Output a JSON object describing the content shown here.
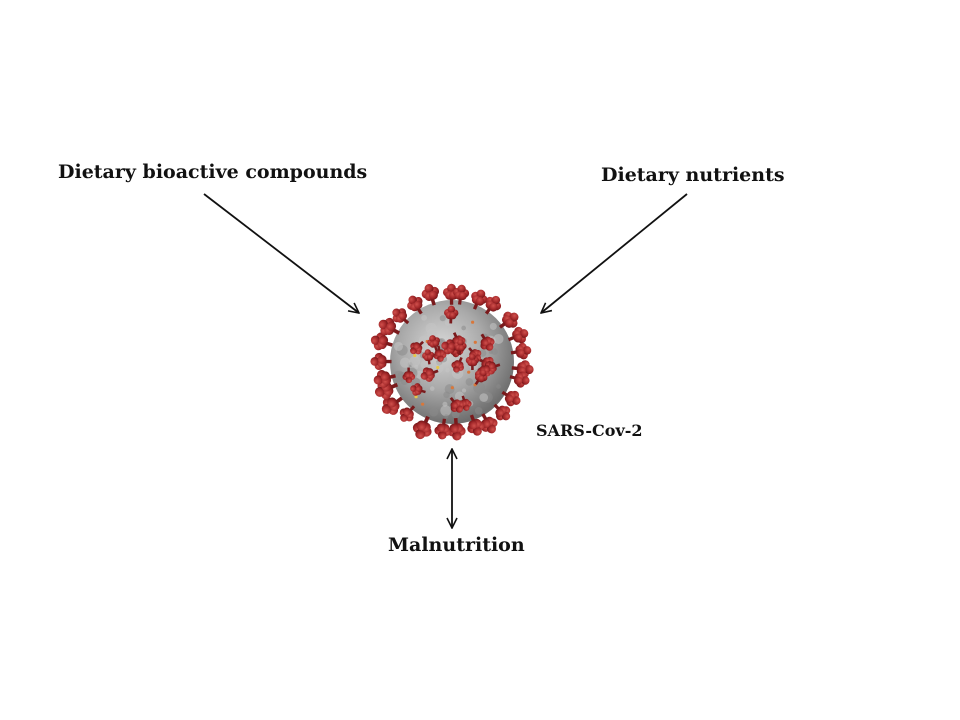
{
  "labels": {
    "bioactive": "Dietary bioactive compounds",
    "nutrients": "Dietary nutrients",
    "virus": "SARS-Cov-2",
    "malnutrition": "Malnutrition"
  },
  "colors": {
    "virus_body": "#9a9a9a",
    "spike": "#a0282a",
    "arrow": "#111111"
  }
}
